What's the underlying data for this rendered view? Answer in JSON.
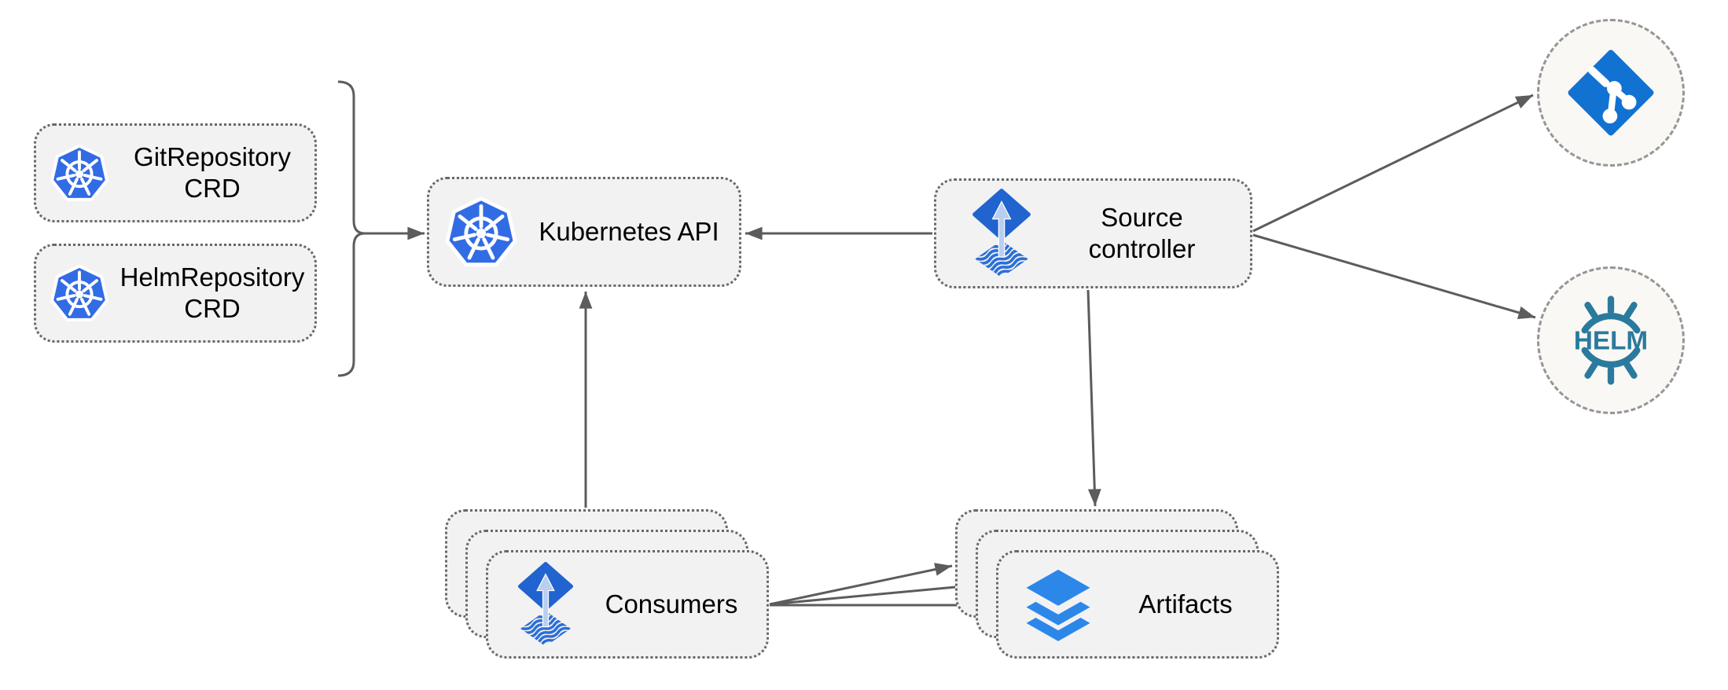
{
  "nodes": {
    "git_crd": {
      "line1": "GitRepository",
      "line2": "CRD",
      "icon": "kubernetes-icon"
    },
    "helm_crd": {
      "line1": "HelmRepository",
      "line2": "CRD",
      "icon": "kubernetes-icon"
    },
    "kubernetes_api": {
      "label": "Kubernetes API",
      "icon": "kubernetes-icon"
    },
    "source_controller": {
      "line1": "Source",
      "line2": "controller",
      "icon": "flux-source-icon"
    },
    "consumers": {
      "label": "Consumers",
      "stacked": 3,
      "icon": "flux-source-icon"
    },
    "artifacts": {
      "label": "Artifacts",
      "stacked": 3,
      "icon": "layers-icon"
    },
    "git_endpoint": {
      "icon": "git-icon"
    },
    "helm_endpoint": {
      "icon": "helm-icon",
      "text": "HELM"
    }
  },
  "edges": [
    {
      "id": "crds-brace-to-kubernetes-api",
      "from": "git-crd + helm-crd (brace)",
      "to": "kubernetes-api"
    },
    {
      "id": "source-controller-to-kubernetes-api",
      "from": "source-controller",
      "to": "kubernetes-api"
    },
    {
      "id": "consumers-to-kubernetes-api",
      "from": "consumers",
      "to": "kubernetes-api"
    },
    {
      "id": "source-controller-to-artifacts",
      "from": "source-controller",
      "to": "artifacts"
    },
    {
      "id": "source-controller-to-git",
      "from": "source-controller",
      "to": "git-endpoint"
    },
    {
      "id": "source-controller-to-helm",
      "from": "source-controller",
      "to": "helm-endpoint"
    },
    {
      "id": "consumers-to-artifacts-back",
      "from": "consumers",
      "to": "artifacts (back layer)"
    },
    {
      "id": "consumers-to-artifacts-middle",
      "from": "consumers",
      "to": "artifacts (middle layer)"
    },
    {
      "id": "consumers-to-artifacts-front",
      "from": "consumers",
      "to": "artifacts (front layer)"
    }
  ],
  "colors": {
    "node_fill": "#f2f2f2",
    "node_border": "#686868",
    "endpoint_fill": "#faf8f4",
    "endpoint_border": "#969696",
    "connector": "#5c5c5c",
    "kubernetes_blue": "#326ce5",
    "flux_blue": "#2163cf",
    "flux_arrow_light": "#b9cff0",
    "flux_waves_blue": "#2b6fd8",
    "layers_blue": "#2d87e9",
    "git_blue": "#1272d2",
    "helm_teal": "#2a7a9e",
    "text": "#000000"
  }
}
